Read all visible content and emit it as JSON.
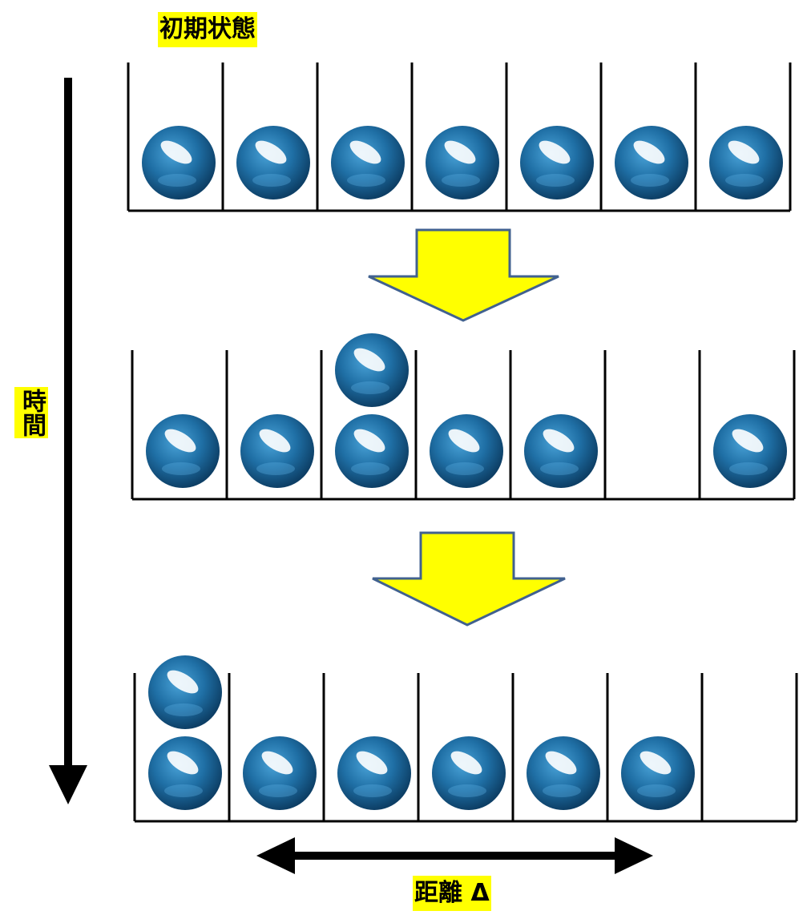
{
  "labels": {
    "initial_state": "初期状態",
    "time": "時間",
    "distance": "距離 Δ"
  },
  "states": [
    {
      "name": "initial",
      "balls_per_bin": [
        1,
        1,
        1,
        1,
        1,
        1,
        1
      ]
    },
    {
      "name": "step1",
      "balls_per_bin": [
        1,
        1,
        2,
        1,
        1,
        0,
        1
      ]
    },
    {
      "name": "step2",
      "balls_per_bin": [
        2,
        1,
        1,
        1,
        1,
        1,
        0
      ]
    }
  ],
  "colors": {
    "ball": "#1f6fa5",
    "ball_dark": "#0d3f66",
    "arrow_fill": "#ffff00",
    "arrow_stroke": "#41618f",
    "label_bg": "#ffff00"
  }
}
